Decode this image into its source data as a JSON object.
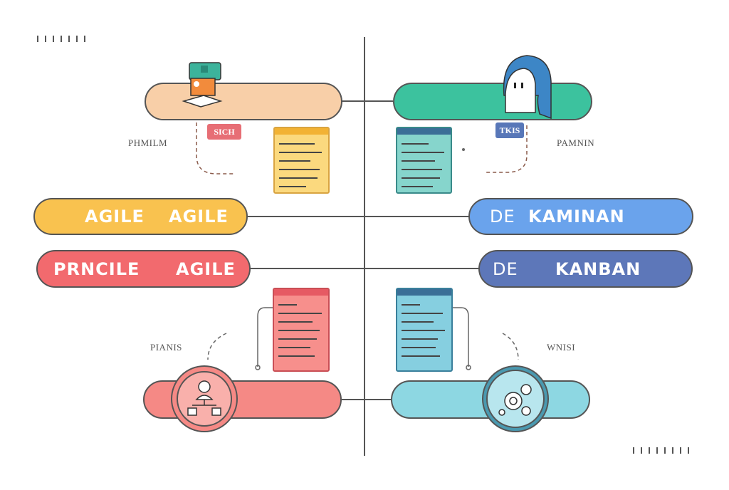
{
  "pills": {
    "left_agile": [
      "AGILE",
      "AGILE"
    ],
    "left_principle": [
      "PRNCILE",
      "AGILE"
    ],
    "right_kaminan": [
      "DE",
      "KAMINAN"
    ],
    "right_kanban": [
      "DE",
      "KANBAN"
    ]
  },
  "side_labels": {
    "top_left": "PHMILM",
    "top_right": "PAMNIN",
    "bottom_left": "PIANIS",
    "bottom_right": "WNISI"
  },
  "badges": {
    "top_left": "SICH",
    "top_right": "TKIS"
  },
  "icons": {
    "top_left": "puzzle-box-icon",
    "top_right": "person-head-icon",
    "bottom_left": "hierarchy-icon",
    "bottom_right": "gears-icon"
  },
  "colors": {
    "peach": "#f8cfa8",
    "teal": "#3cc29e",
    "yellow": "#f9c24f",
    "red": "#f26a6e",
    "light_blue": "#6aa3ec",
    "navy": "#5d77b9",
    "salmon": "#f58985",
    "cyan": "#8dd7e2"
  }
}
